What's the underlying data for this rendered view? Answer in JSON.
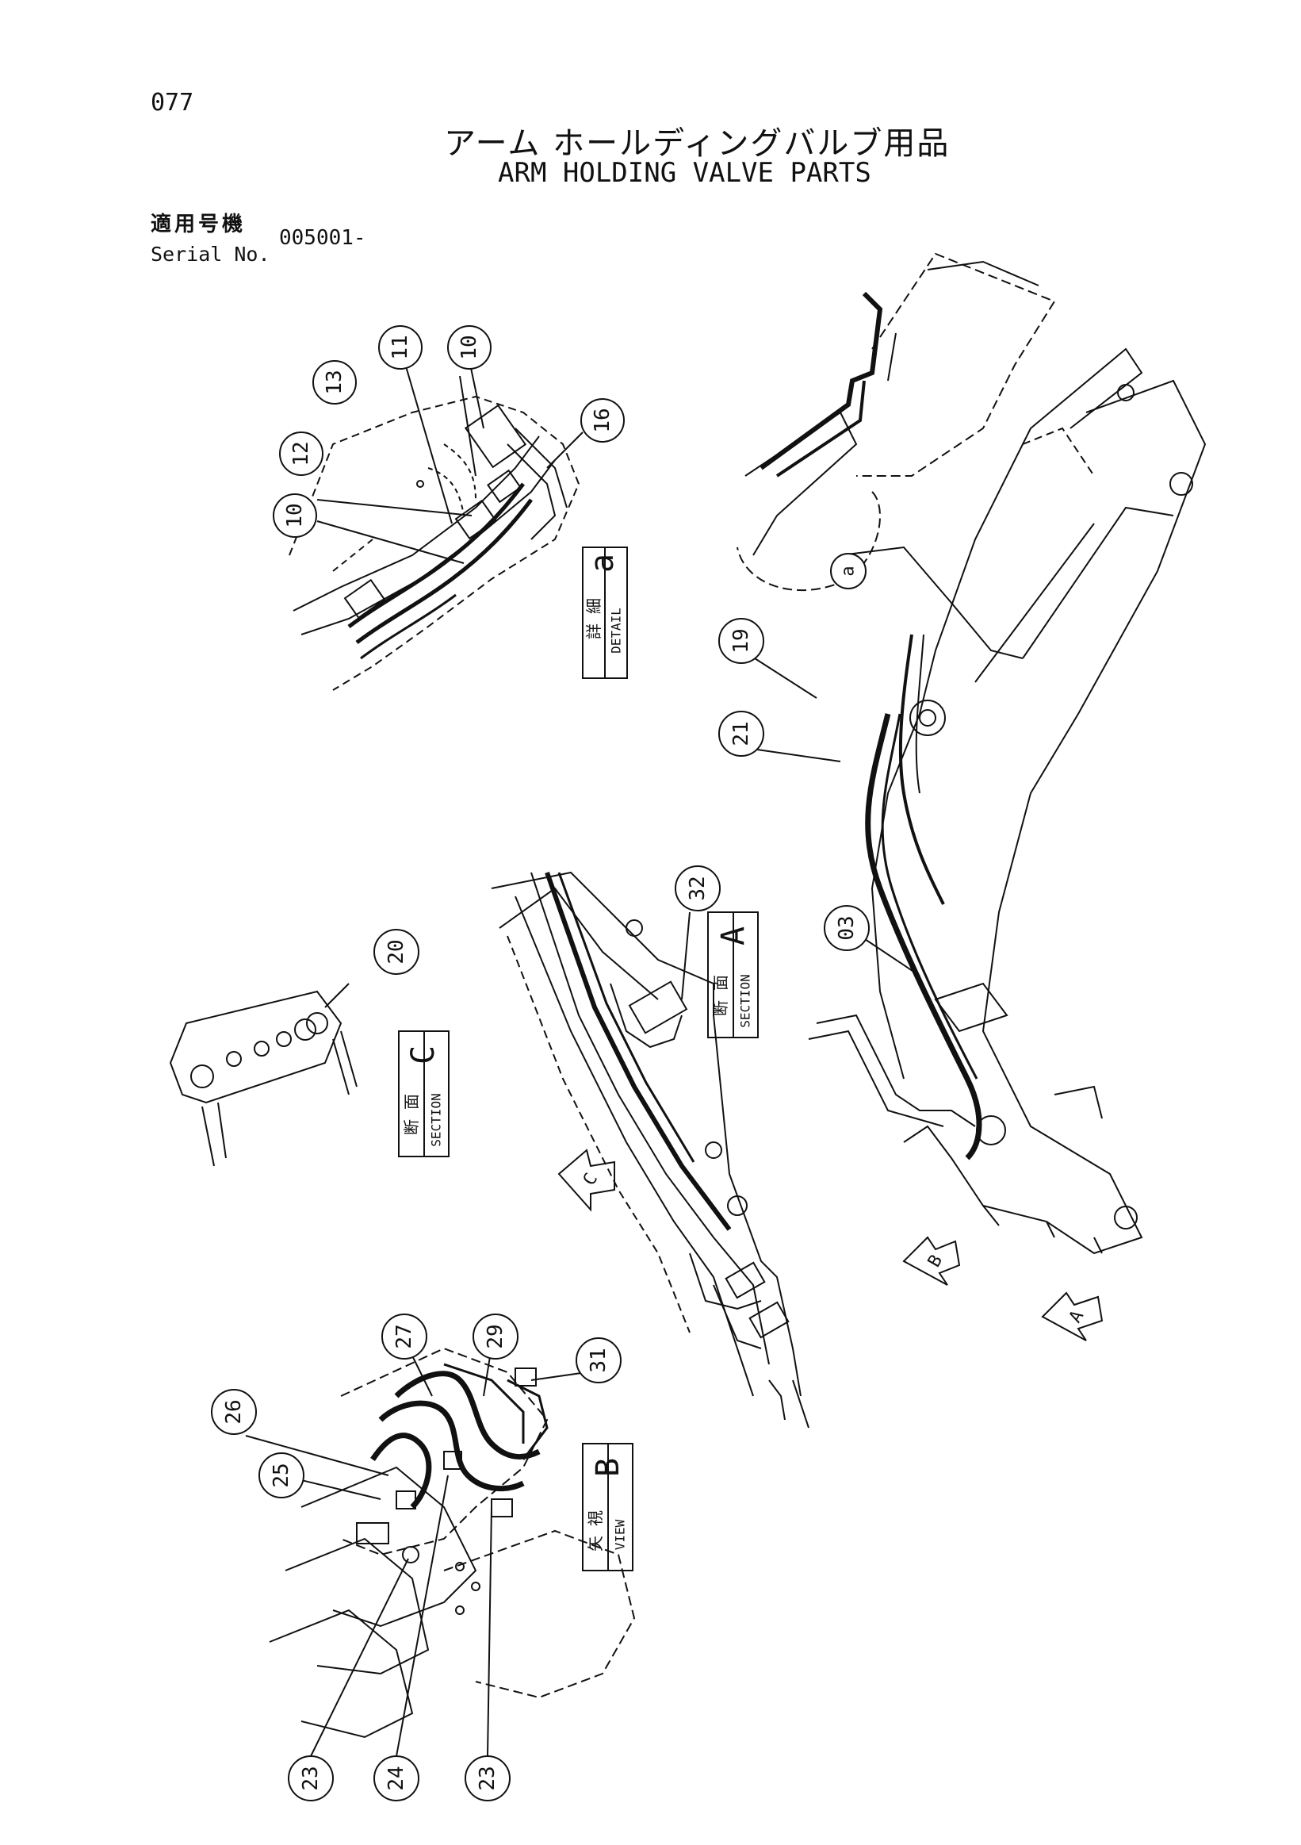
{
  "header": {
    "page_number": "077",
    "title_jp": "アーム ホールディングバルブ用品",
    "title_en": "ARM HOLDING VALVE PARTS",
    "serial_label_jp": "適用号機",
    "serial_label_en": "Serial No.",
    "serial_value": "005001-"
  },
  "callouts": [
    {
      "id": "c-11",
      "label": "11"
    },
    {
      "id": "c-10a",
      "label": "10"
    },
    {
      "id": "c-13",
      "label": "13"
    },
    {
      "id": "c-16",
      "label": "16"
    },
    {
      "id": "c-12",
      "label": "12"
    },
    {
      "id": "c-10b",
      "label": "10"
    },
    {
      "id": "c-19",
      "label": "19"
    },
    {
      "id": "c-21",
      "label": "21"
    },
    {
      "id": "c-32",
      "label": "32"
    },
    {
      "id": "c-20",
      "label": "20"
    },
    {
      "id": "c-03",
      "label": "03"
    },
    {
      "id": "c-27",
      "label": "27"
    },
    {
      "id": "c-29",
      "label": "29"
    },
    {
      "id": "c-31",
      "label": "31"
    },
    {
      "id": "c-26",
      "label": "26"
    },
    {
      "id": "c-25",
      "label": "25"
    },
    {
      "id": "c-23a",
      "label": "23"
    },
    {
      "id": "c-24",
      "label": "24"
    },
    {
      "id": "c-23b",
      "label": "23"
    },
    {
      "id": "c-a",
      "label": "a"
    }
  ],
  "view_labels": [
    {
      "id": "detail-a",
      "jp": "詳 細",
      "en": "DETAIL",
      "letter": "a"
    },
    {
      "id": "section-a",
      "jp": "断 面",
      "en": "SECTION",
      "letter": "A"
    },
    {
      "id": "section-c",
      "jp": "断 面",
      "en": "SECTION",
      "letter": "C"
    },
    {
      "id": "view-b",
      "jp": "矢 視",
      "en": "VIEW",
      "letter": "B"
    }
  ],
  "view_arrows": [
    {
      "id": "arrow-c",
      "letter": "C"
    },
    {
      "id": "arrow-b",
      "letter": "B"
    },
    {
      "id": "arrow-a",
      "letter": "A"
    }
  ]
}
